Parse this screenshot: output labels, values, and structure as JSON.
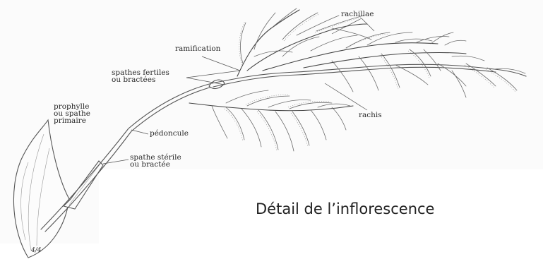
{
  "labels": {
    "rachillae": "rachillae",
    "ramification": "ramification",
    "spathes_fertiles": [
      "spathes fertiles",
      "ou bractées"
    ],
    "prophylle": [
      "prophylle",
      "ou spathe",
      "primaire"
    ],
    "rachis": "rachis",
    "pedoncule": "pédoncule",
    "spathe_sterile": [
      "spathe stérile",
      "ou bractée"
    ],
    "signature": "4/4"
  },
  "caption": "Détail de l’inflorescence"
}
